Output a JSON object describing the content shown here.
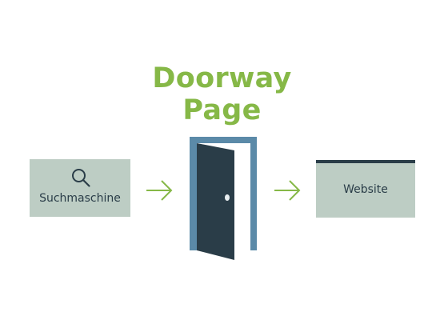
{
  "title": {
    "line1": "Doorway",
    "line2": "Page"
  },
  "nodes": {
    "search": {
      "label": "Suchmaschine",
      "icon": "magnifier-icon"
    },
    "website": {
      "label": "Website"
    }
  },
  "colors": {
    "title_green": "#86b847",
    "box_fill": "#bdcdc4",
    "dark_teal": "#2a3d48",
    "door_frame": "#5b8aa8",
    "arrow_green": "#86b847"
  }
}
